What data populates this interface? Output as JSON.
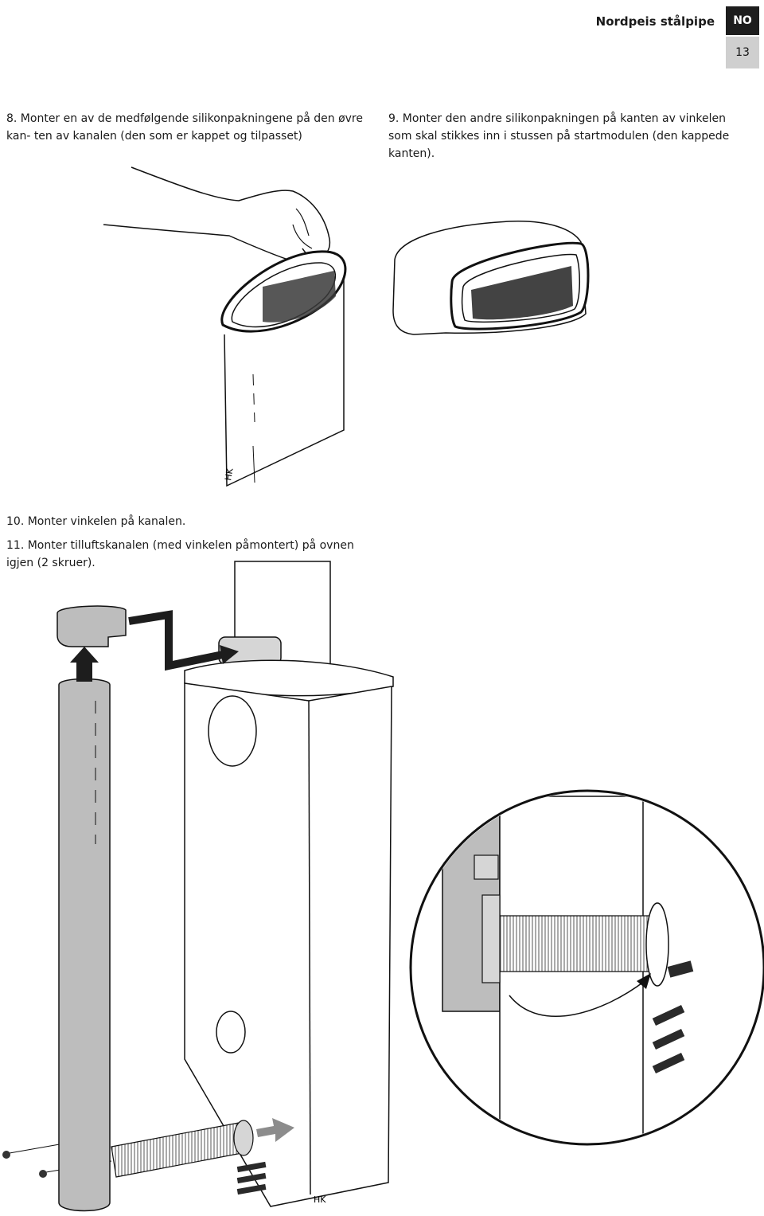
{
  "header": {
    "title": "Nordpeis stålpipe",
    "language": "NO",
    "page_number": "13"
  },
  "steps": {
    "step8": "8. Monter en av de medfølgende silikonpakningene på den øvre kan- ten av kanalen (den som er kappet og tilpasset)",
    "step9": "9. Monter den andre silikonpakningen på kanten av vinkelen som skal stikkes inn i stussen på startmodulen (den kappede kanten).",
    "step10": "10. Monter vinkelen på kanalen.",
    "step11": "11. Monter tilluftskanalen (med vinkelen påmontert) på ovnen igjen (2 skruer)."
  },
  "figures": {
    "signature": "HK"
  },
  "colors": {
    "panel_grey": "#d6d6d6",
    "duct_grey": "#bdbdbd",
    "dark": "#1d1d1d",
    "arrow_grey": "#8c8c8c"
  }
}
